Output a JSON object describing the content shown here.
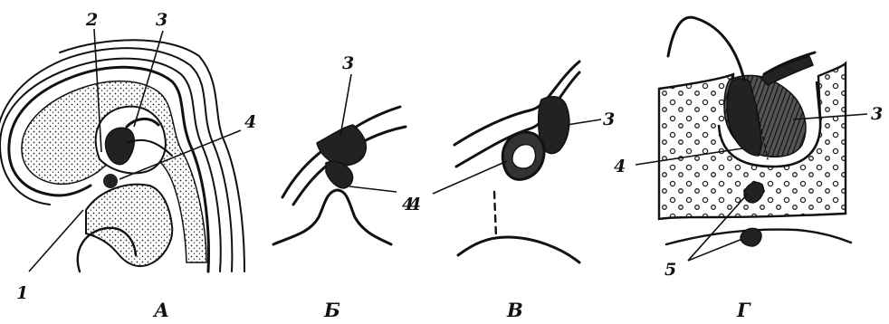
{
  "panels": [
    {
      "label": "А",
      "callouts": [
        "1",
        "2",
        "3",
        "4"
      ]
    },
    {
      "label": "Б",
      "callouts": [
        "3",
        "4"
      ]
    },
    {
      "label": "В",
      "callouts": [
        "3",
        "4"
      ]
    },
    {
      "label": "Г",
      "callouts": [
        "3",
        "4",
        "5"
      ]
    }
  ],
  "colors": {
    "ink": "#111111",
    "paper": "#ffffff"
  }
}
